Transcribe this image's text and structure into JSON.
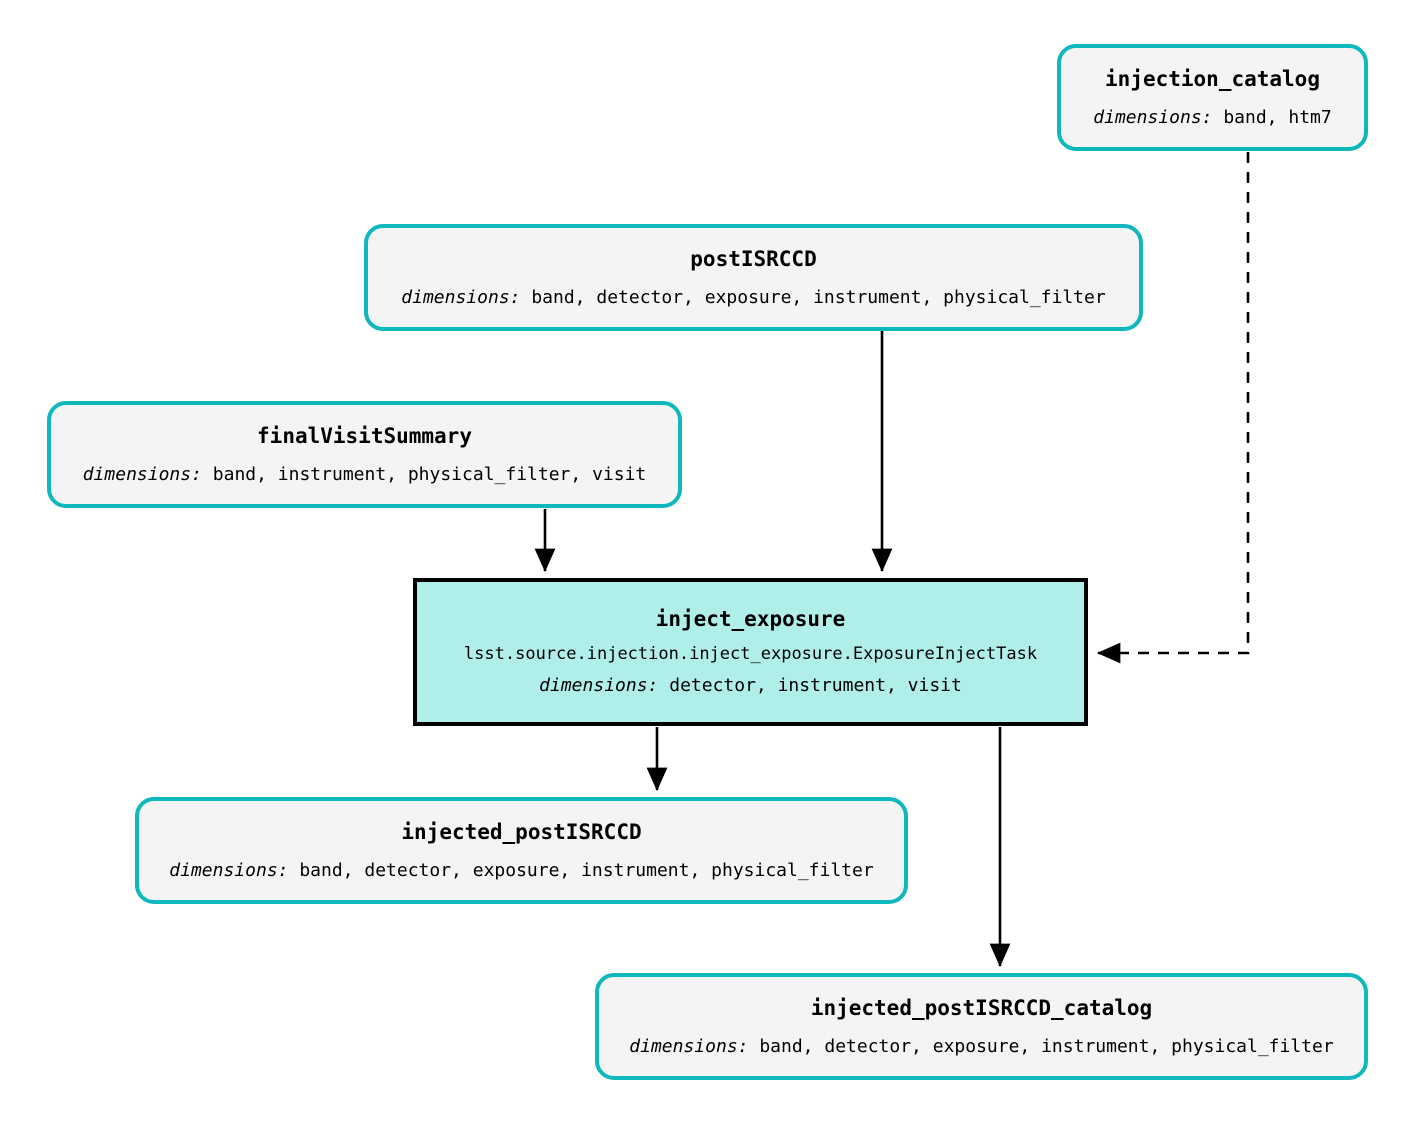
{
  "diagram": {
    "type": "pipeline-graph",
    "background_color": "#ffffff",
    "dataset_border_color": "#0fb8bd",
    "dataset_fill_color": "#f4f4f4",
    "task_border_color": "#000000",
    "task_fill_color": "#b0eeea",
    "edge_color": "#000000",
    "dimensions_label": "dimensions:"
  },
  "nodes": {
    "injection_catalog": {
      "title": "injection_catalog",
      "dims_label": "dimensions:",
      "dims_value": " band, htm7",
      "kind": "dataset"
    },
    "postISRCCD": {
      "title": "postISRCCD",
      "dims_label": "dimensions:",
      "dims_value": " band, detector, exposure, instrument, physical_filter",
      "kind": "dataset"
    },
    "finalVisitSummary": {
      "title": "finalVisitSummary",
      "dims_label": "dimensions:",
      "dims_value": " band, instrument, physical_filter, visit",
      "kind": "dataset"
    },
    "inject_exposure": {
      "title": "inject_exposure",
      "classname": "lsst.source.injection.inject_exposure.ExposureInjectTask",
      "dims_label": "dimensions:",
      "dims_value": " detector, instrument, visit",
      "kind": "task"
    },
    "injected_postISRCCD": {
      "title": "injected_postISRCCD",
      "dims_label": "dimensions:",
      "dims_value": " band, detector, exposure, instrument, physical_filter",
      "kind": "dataset"
    },
    "injected_postISRCCD_catalog": {
      "title": "injected_postISRCCD_catalog",
      "dims_label": "dimensions:",
      "dims_value": " band, detector, exposure, instrument, physical_filter",
      "kind": "dataset"
    }
  },
  "edges": [
    {
      "from": "postISRCCD",
      "to": "inject_exposure",
      "style": "solid"
    },
    {
      "from": "finalVisitSummary",
      "to": "inject_exposure",
      "style": "solid"
    },
    {
      "from": "injection_catalog",
      "to": "inject_exposure",
      "style": "dashed"
    },
    {
      "from": "inject_exposure",
      "to": "injected_postISRCCD",
      "style": "solid"
    },
    {
      "from": "inject_exposure",
      "to": "injected_postISRCCD_catalog",
      "style": "solid"
    }
  ]
}
